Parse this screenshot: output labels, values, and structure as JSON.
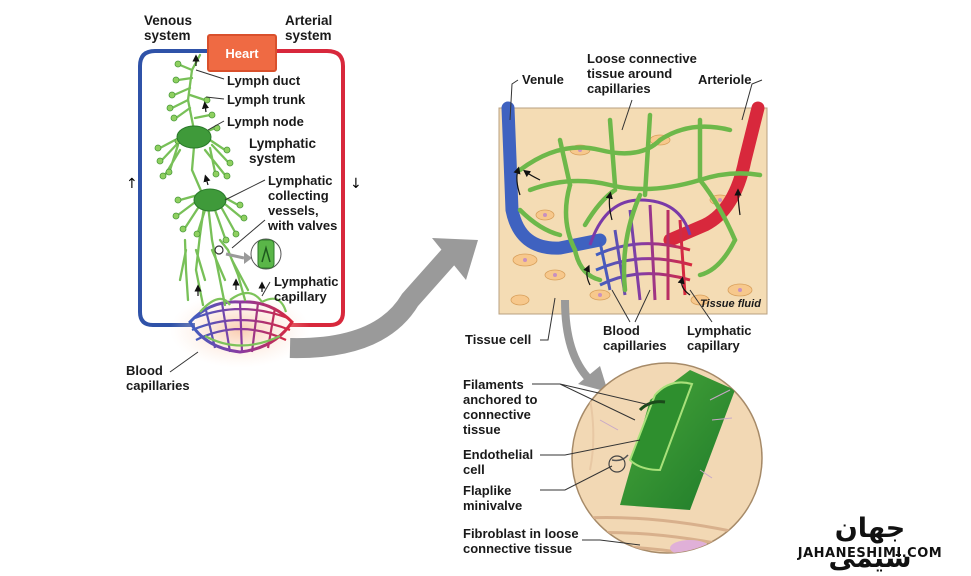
{
  "labels": {
    "venous": "Venous\nsystem",
    "arterial": "Arterial\nsystem",
    "heart": "Heart",
    "lymph_duct": "Lymph duct",
    "lymph_trunk": "Lymph trunk",
    "lymph_node": "Lymph node",
    "lymphatic_system": "Lymphatic\nsystem",
    "collecting_vessels": "Lymphatic\ncollecting\nvessels,\nwith valves",
    "lymphatic_capillary_left": "Lymphatic\ncapillary",
    "blood_capillaries_left": "Blood\ncapillaries",
    "venule": "Venule",
    "loose_ct": "Loose connective\ntissue around\ncapillaries",
    "arteriole": "Arteriole",
    "tissue_fluid": "Tissue fluid",
    "tissue_cell": "Tissue cell",
    "blood_capillaries_right": "Blood\ncapillaries",
    "lymphatic_capillary_right": "Lymphatic\ncapillary",
    "filaments": "Filaments\nanchored to\nconnective\ntissue",
    "endothelial": "Endothelial\ncell",
    "flaplike": "Flaplike\nminivalve",
    "fibroblast": "Fibroblast in loose\nconnective tissue"
  },
  "logo": {
    "text_fa": "جهان شیمی",
    "text_en": "JAHANESHIMI.COM"
  },
  "colors": {
    "venous": "#2f52a8",
    "arterial": "#d8283c",
    "lymph": "#78c058",
    "lymph_dark": "#2e8a2e",
    "tissue": "#f4dcb4",
    "heart": "#ef6a43"
  }
}
